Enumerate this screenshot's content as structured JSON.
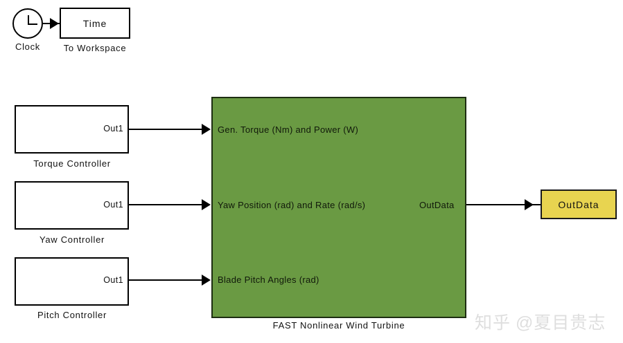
{
  "diagram": {
    "title": "FAST Nonlinear Wind Turbine Simulink model",
    "colors": {
      "plant_fill": "#6a9a43",
      "sink_fill": "#e8d450",
      "block_fill": "#ffffff",
      "line": "#000000",
      "watermark": "#dedede"
    }
  },
  "clock": {
    "icon": "clock-icon",
    "caption": "Clock"
  },
  "to_workspace": {
    "body_label": "Time",
    "caption": "To Workspace"
  },
  "controllers": [
    {
      "caption": "Torque Controller",
      "port_label": "Out1"
    },
    {
      "caption": "Yaw Controller",
      "port_label": "Out1"
    },
    {
      "caption": "Pitch Controller",
      "port_label": "Out1"
    }
  ],
  "plant": {
    "caption": "FAST Nonlinear Wind Turbine",
    "inputs": [
      "Gen. Torque (Nm) and Power (W)",
      "Yaw Position (rad) and Rate (rad/s)",
      "Blade Pitch Angles (rad)"
    ],
    "output": "OutData"
  },
  "sink": {
    "body_label": "OutData"
  },
  "watermark": {
    "logo": "知乎",
    "handle": "@夏目贵志"
  }
}
